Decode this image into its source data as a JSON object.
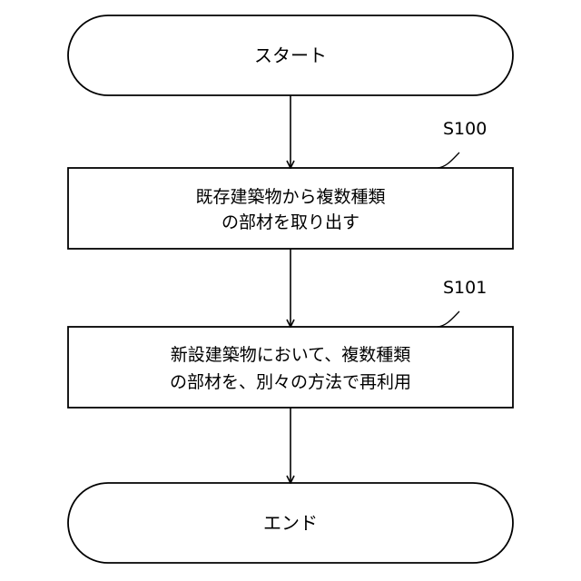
{
  "flowchart": {
    "start": {
      "label": "スタート"
    },
    "steps": [
      {
        "id": "S100",
        "lines": [
          "既存建築物から複数種類",
          "の部材を取り出す"
        ]
      },
      {
        "id": "S101",
        "lines": [
          "新設建築物において、複数種類",
          "の部材を、別々の方法で再利用"
        ]
      }
    ],
    "end": {
      "label": "エンド"
    }
  },
  "colors": {
    "line": "#000000",
    "background": "#ffffff",
    "text": "#000000"
  }
}
